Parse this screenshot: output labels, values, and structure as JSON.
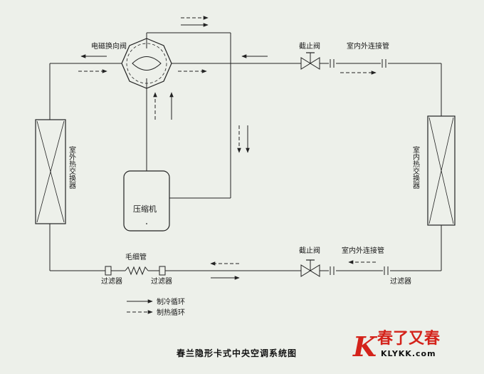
{
  "labels": {
    "reversing_valve": "电磁换向阀",
    "stop_valve_top": "截止阀",
    "connecting_pipe_top": "室内外连接管",
    "outdoor_hx": "室外热交换器",
    "indoor_hx": "室内热交换器",
    "compressor": "压缩机",
    "capillary": "毛细管",
    "filter_left_1": "过滤器",
    "filter_left_2": "过滤器",
    "stop_valve_bottom": "截止阀",
    "connecting_pipe_bottom": "室内外连接管",
    "filter_right": "过滤器"
  },
  "legend": {
    "cooling": "制冷循环",
    "heating": "制热循环"
  },
  "title": "春兰隐形卡式中央空调系统图",
  "logo": {
    "chinese": "春了又春",
    "website": "KLYKK.com",
    "colors": {
      "red": "#d4231b",
      "dark": "#111111"
    }
  },
  "colors": {
    "background": "#edf0ea",
    "line": "#222222"
  }
}
